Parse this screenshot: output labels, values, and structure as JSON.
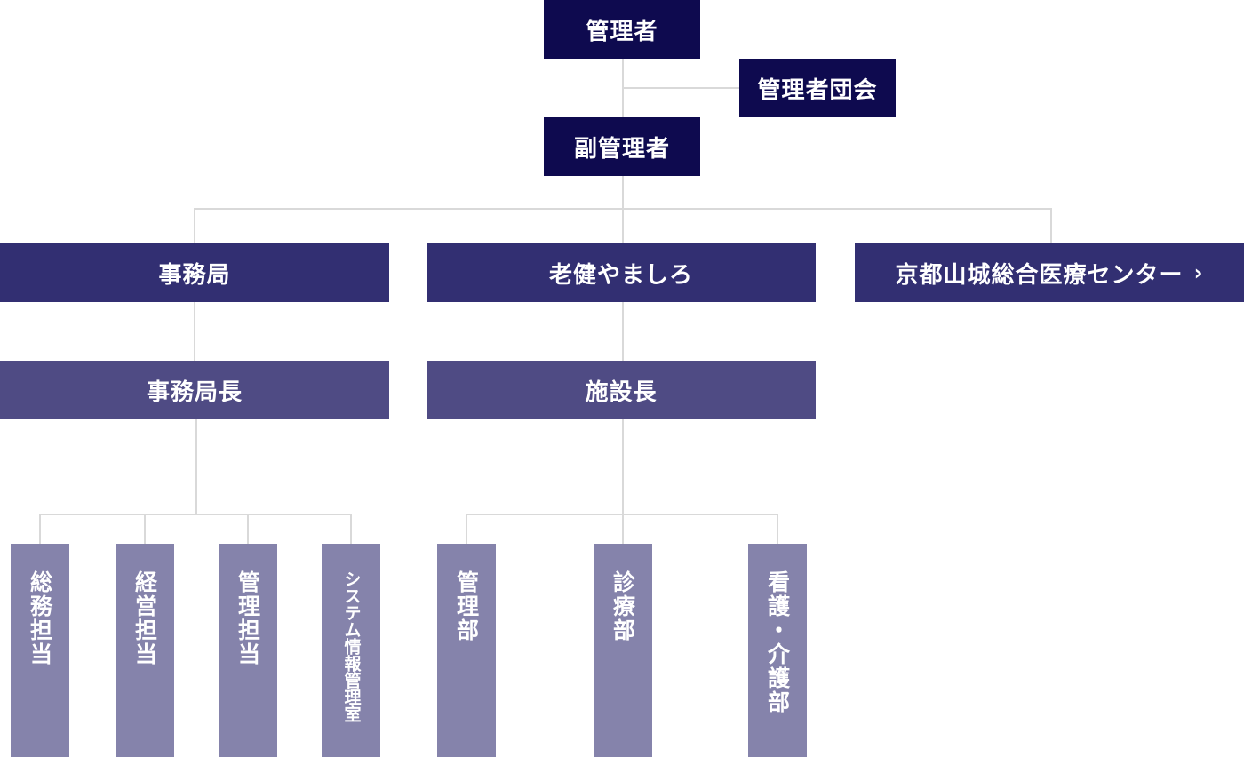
{
  "colors": {
    "top": "#0e0a4f",
    "division": "#322f72",
    "head": "#4f4b84",
    "unit": "#8583ab",
    "connector": "#d9d9d9"
  },
  "chart": {
    "manager": "管理者",
    "council": "管理者団会",
    "vice_manager": "副管理者",
    "divisions": {
      "secretariat": "事務局",
      "roken": "老健やましろ",
      "center": "京都山城総合医療センター",
      "center_arrow": "›"
    },
    "heads": {
      "secretariat_head": "事務局長",
      "facility_head": "施設長"
    },
    "units": {
      "general_affairs": "総務担当",
      "management_planning": "経営担当",
      "administration": "管理担当",
      "systems": "システム情報管理室",
      "management_dept": "管理部",
      "medical_dept": "診療部",
      "nursing_dept": "看護・介護部"
    }
  }
}
